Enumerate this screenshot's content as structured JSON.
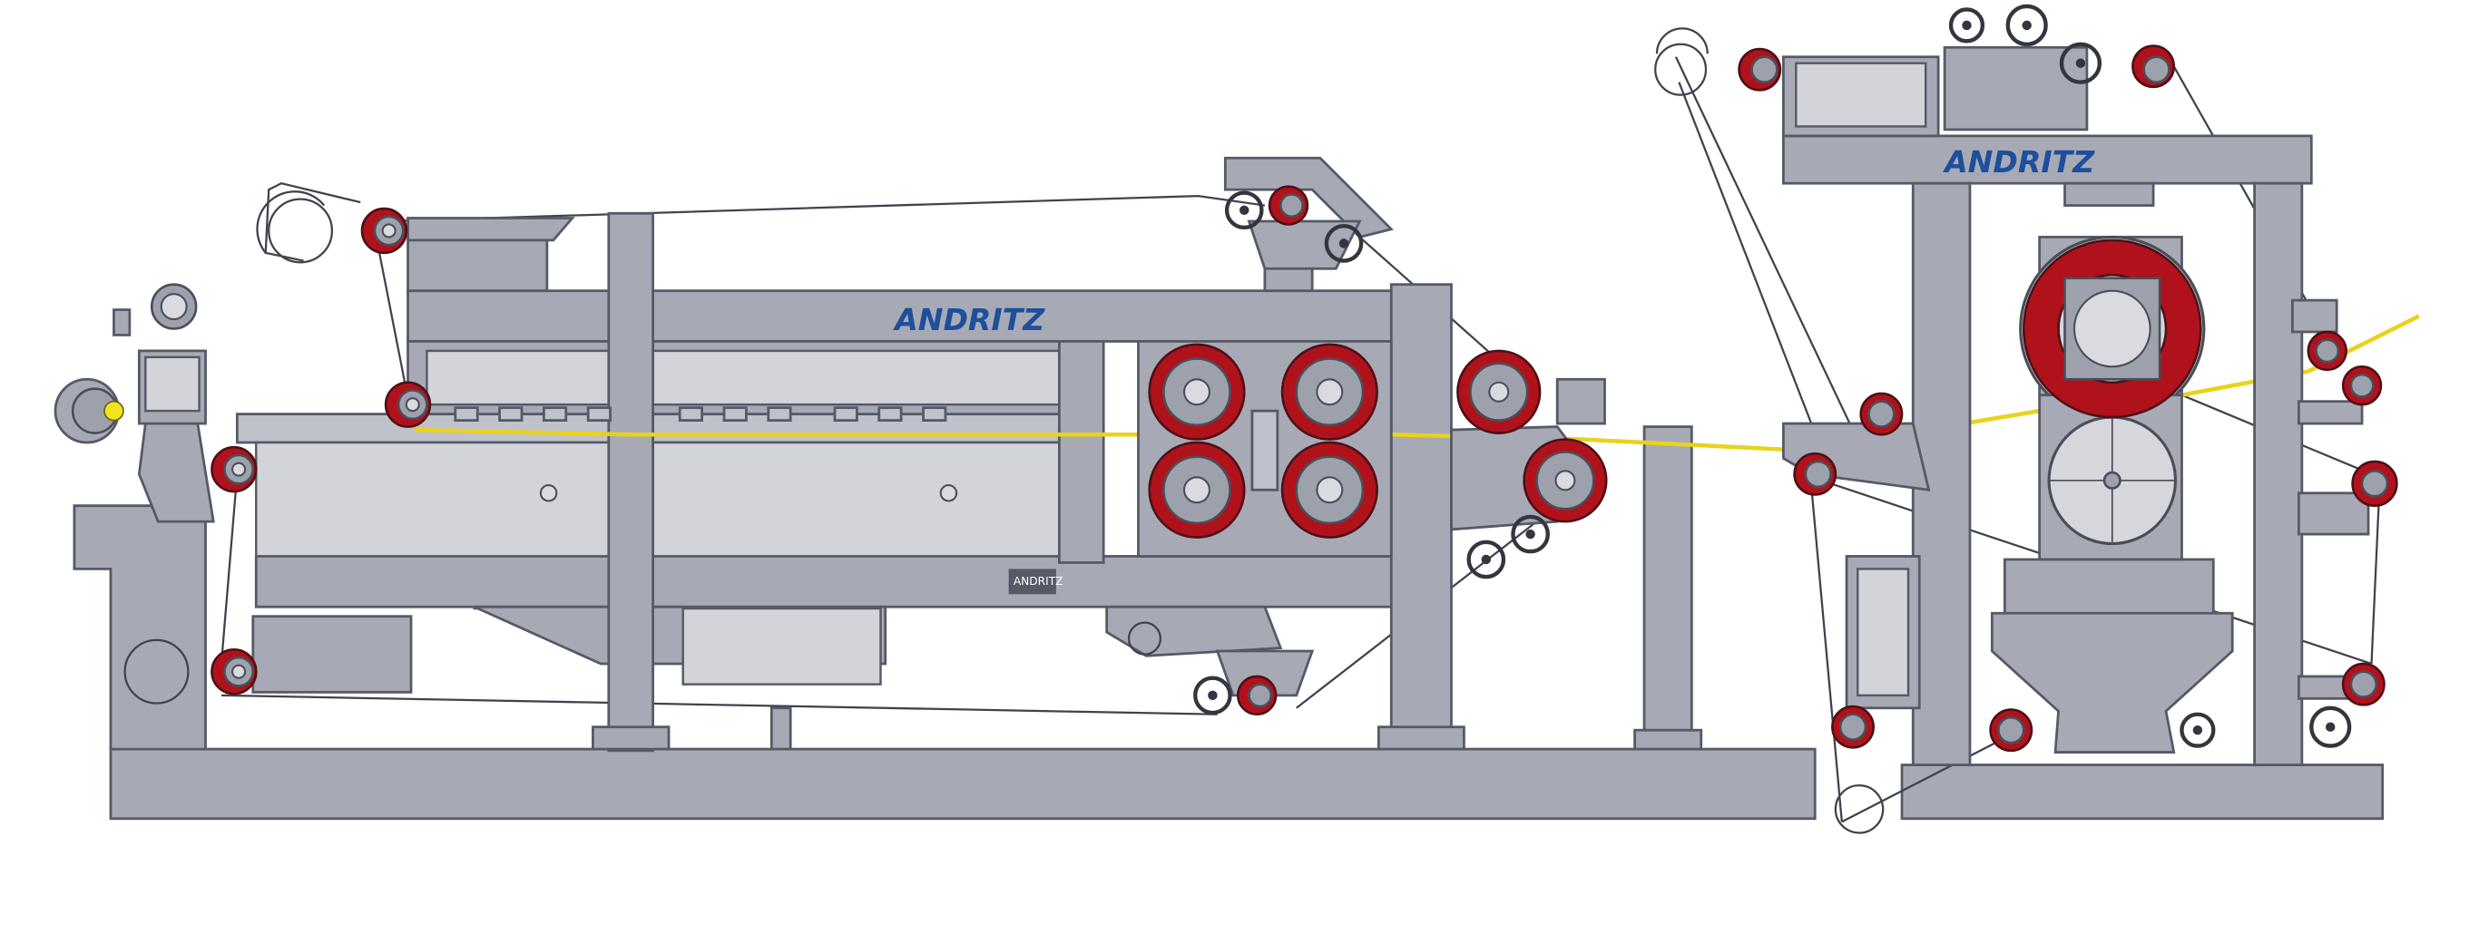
{
  "diagram": {
    "brand_labels": [
      "ANDRITZ",
      "ANDRITZ"
    ],
    "nameplate_text": "ANDRITZ",
    "colors": {
      "frame": "#a7aab5",
      "frame_outline": "#565a66",
      "roll_red": "#b0121c",
      "web_yellow": "#e9d21b",
      "brand_blue": "#1e4f9c",
      "background": "#ffffff"
    },
    "components": [
      "unwind-stand",
      "belt-press-section",
      "dewatering-roll-group",
      "transfer-stand",
      "calender-stand"
    ]
  }
}
